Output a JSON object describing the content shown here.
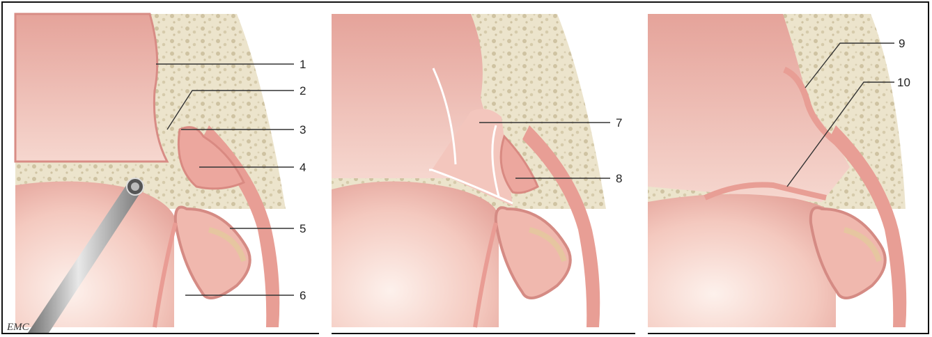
{
  "figure": {
    "labels": [
      "1",
      "2",
      "3",
      "4",
      "5",
      "6",
      "7",
      "8",
      "9",
      "10"
    ],
    "logo_text": "EMC"
  },
  "colors": {
    "bone": "#ece4cc",
    "bone_pore": "#cfc3a2",
    "mucosa": "#e8a39a",
    "mucosa_light": "#f6d2c9",
    "mucosa_dark": "#cf7d78",
    "border": "#111111"
  },
  "panels": [
    {
      "name": "panel-1",
      "labels": [
        "1",
        "2",
        "3",
        "4",
        "5",
        "6"
      ],
      "has_endoscope": true
    },
    {
      "name": "panel-2",
      "labels": [
        "7",
        "8"
      ],
      "has_endoscope": false
    },
    {
      "name": "panel-3",
      "labels": [
        "9",
        "10"
      ],
      "has_endoscope": false
    }
  ]
}
